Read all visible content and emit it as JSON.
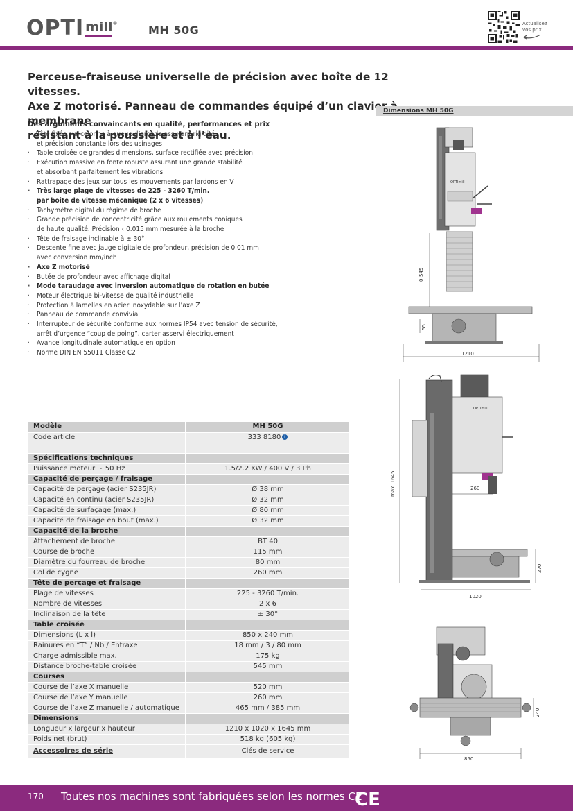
{
  "header": {
    "logo_brand": "OPTI",
    "logo_sub": "mill",
    "logo_reg": "®",
    "model": "MH 50G",
    "qr_label_line1": "Actualisez",
    "qr_label_line2": "vos prix"
  },
  "intro": {
    "line1": "Perceuse-fraiseuse universelle de précision avec boîte de 12 vitesses.",
    "line2": "Axe Z motorisé. Panneau de commandes équipé d’un clavier à membrane",
    "line3": "résistant à la poussière et à l’eau."
  },
  "dimensions_label": "Dimensions MH 50G",
  "features": {
    "title": "Des arguments convaincants en qualité, performances et prix",
    "items": [
      {
        "text": "Tête fixée sur colonne à queue d’aronde assurant rigidité",
        "cont": "et précision constante lors des usinages",
        "bold": false
      },
      {
        "text": "Table croisée de grandes dimensions, surface rectifiée avec précision",
        "cont": "",
        "bold": false
      },
      {
        "text": "Exécution massive en fonte robuste assurant une grande stabilité",
        "cont": "et absorbant parfaitement les vibrations",
        "bold": false
      },
      {
        "text": "Rattrapage des jeux sur tous les mouvements par lardons en V",
        "cont": "",
        "bold": false
      },
      {
        "text": "Très large plage de vitesses de 225 - 3260 T/min.",
        "cont": "par boîte de vitesse mécanique (2 x 6 vitesses)",
        "bold": true
      },
      {
        "text": "Tachymètre digital du régime de broche",
        "cont": "",
        "bold": false
      },
      {
        "text": "Grande précision de concentricité grâce aux roulements coniques",
        "cont": "de haute qualité. Précision ‹ 0.015 mm mesurée à la broche",
        "bold": false
      },
      {
        "text": "Tête de fraisage inclinable à ± 30°",
        "cont": "",
        "bold": false
      },
      {
        "text": "Descente fine avec jauge digitale de profondeur, précision de 0.01 mm",
        "cont": "avec conversion mm/inch",
        "bold": false
      },
      {
        "text": "Axe Z motorisé",
        "cont": "",
        "bold": true
      },
      {
        "text": "Butée de profondeur avec affichage digital",
        "cont": "",
        "bold": false
      },
      {
        "text": "Mode taraudage avec inversion automatique de rotation en butée",
        "cont": "",
        "bold": true
      },
      {
        "text": "Moteur électrique bi-vitesse de qualité industrielle",
        "cont": "",
        "bold": false
      },
      {
        "text": "Protection à lamelles en acier inoxydable sur l’axe Z",
        "cont": "",
        "bold": false
      },
      {
        "text": "Panneau de commande convivial",
        "cont": "",
        "bold": false
      },
      {
        "text": "Interrupteur de sécurité conforme aux normes IP54 avec tension de sécurité,",
        "cont": "arrêt d’urgence “coup de poing”, carter asservi électriquement",
        "bold": false
      },
      {
        "text": "Avance longitudinale automatique en option",
        "cont": "",
        "bold": false
      },
      {
        "text": "Norme DIN EN 55011 Classe C2",
        "cont": "",
        "bold": false
      }
    ]
  },
  "specs": {
    "model_label": "Modèle",
    "model_value": "MH 50G",
    "code_label": "Code article",
    "code_value": "333 8180",
    "info_glyph": "i",
    "rows": [
      {
        "type": "hd",
        "label": "Spécifications techniques",
        "value": ""
      },
      {
        "type": "r",
        "label": "Puissance moteur ~ 50 Hz",
        "value": "1.5/2.2 KW / 400 V / 3 Ph"
      },
      {
        "type": "hd",
        "label": "Capacité de perçage / fraisage",
        "value": ""
      },
      {
        "type": "r",
        "label": "Capacité de perçage (acier S235JR)",
        "value": "Ø 38 mm"
      },
      {
        "type": "r",
        "label": "Capacité en continu (acier S235JR)",
        "value": "Ø 32 mm"
      },
      {
        "type": "r",
        "label": "Capacité de surfaçage (max.)",
        "value": "Ø 80 mm"
      },
      {
        "type": "r",
        "label": "Capacité de fraisage en bout (max.)",
        "value": "Ø 32 mm"
      },
      {
        "type": "hd",
        "label": "Capacité de la broche",
        "value": ""
      },
      {
        "type": "r",
        "label": "Attachement de broche",
        "value": "BT 40"
      },
      {
        "type": "r",
        "label": "Course de broche",
        "value": "115 mm"
      },
      {
        "type": "r",
        "label": "Diamètre du fourreau de broche",
        "value": "80 mm"
      },
      {
        "type": "r",
        "label": "Col de cygne",
        "value": "260 mm"
      },
      {
        "type": "hd",
        "label": "Tête de perçage et fraisage",
        "value": ""
      },
      {
        "type": "r",
        "label": "Plage de vitesses",
        "value": "225 - 3260 T/min."
      },
      {
        "type": "r",
        "label": "Nombre de vitesses",
        "value": "2 x 6"
      },
      {
        "type": "r",
        "label": "Inclinaison de la tête",
        "value": "± 30°"
      },
      {
        "type": "hd",
        "label": "Table croisée",
        "value": ""
      },
      {
        "type": "r",
        "label": "Dimensions (L x l)",
        "value": "850 x 240 mm"
      },
      {
        "type": "r",
        "label": "Rainures en “T” / Nb / Entraxe",
        "value": "18 mm / 3 / 80 mm"
      },
      {
        "type": "r",
        "label": "Charge admissible max.",
        "value": "175 kg"
      },
      {
        "type": "r",
        "label": "Distance broche-table croisée",
        "value": "545 mm"
      },
      {
        "type": "hd",
        "label": "Courses",
        "value": ""
      },
      {
        "type": "r",
        "label": "Course de l’axe X manuelle",
        "value": "520 mm"
      },
      {
        "type": "r",
        "label": "Course de l’axe Y manuelle",
        "value": "260 mm"
      },
      {
        "type": "r",
        "label": "Course de l’axe Z manuelle / automatique",
        "value": "465 mm / 385 mm"
      },
      {
        "type": "hd",
        "label": "Dimensions",
        "value": ""
      },
      {
        "type": "r",
        "label": "Longueur x largeur x hauteur",
        "value": "1210 x 1020 x 1645 mm"
      },
      {
        "type": "r",
        "label": "Poids net (brut)",
        "value": "518 kg (605 kg)"
      }
    ],
    "accessories_label": "Accessoires de série",
    "accessories_value": "Clés de service"
  },
  "drawings": {
    "front": {
      "height_label": "0-545",
      "small_label": "55",
      "width_label": "1210",
      "head_brand": "OPTImill"
    },
    "side": {
      "height_label": "max. 1645",
      "throat_label": "260",
      "table_label": "270",
      "width_label": "1020",
      "head_brand": "OPTImill"
    },
    "top": {
      "width_label": "850",
      "depth_label": "240"
    }
  },
  "footer": {
    "page": "170",
    "text": "Toutes nos machines sont fabriquées selon les normes CE",
    "ce_mark": "CE"
  },
  "colors": {
    "accent": "#8b2a7e",
    "header_row": "#cfcfcf",
    "data_row": "#ececec",
    "info": "#1f5fa8"
  }
}
